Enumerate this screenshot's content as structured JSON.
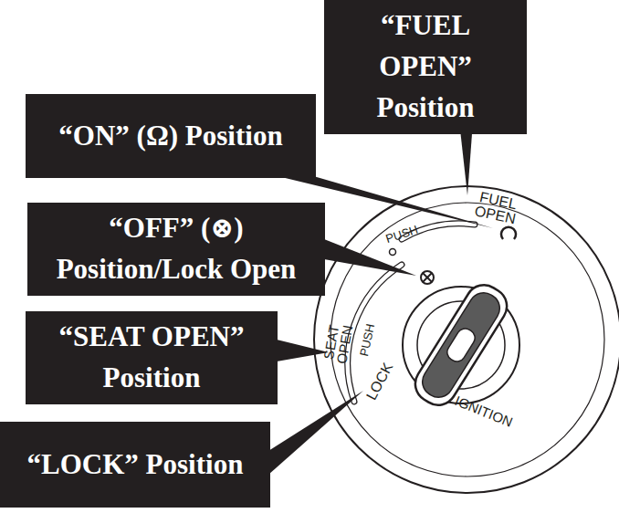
{
  "diagram": {
    "nodes": [
      {
        "text": [
          "“FUEL OPEN” Position"
        ]
      },
      {
        "text": [
          "“ON” (Ω) Position"
        ]
      },
      {
        "text": [
          "“OFF” (⊗) Position/Lock Open"
        ]
      },
      {
        "text": [
          "“SEAT OPEN” Position"
        ]
      },
      {
        "text": [
          "“LOCK” Position"
        ]
      }
    ],
    "edges": [],
    "labels": [
      "PUSH",
      "FUEL OPEN",
      "PUSH",
      "SEAT OPEN",
      "LOCK",
      "IGNITION"
    ]
  }
}
